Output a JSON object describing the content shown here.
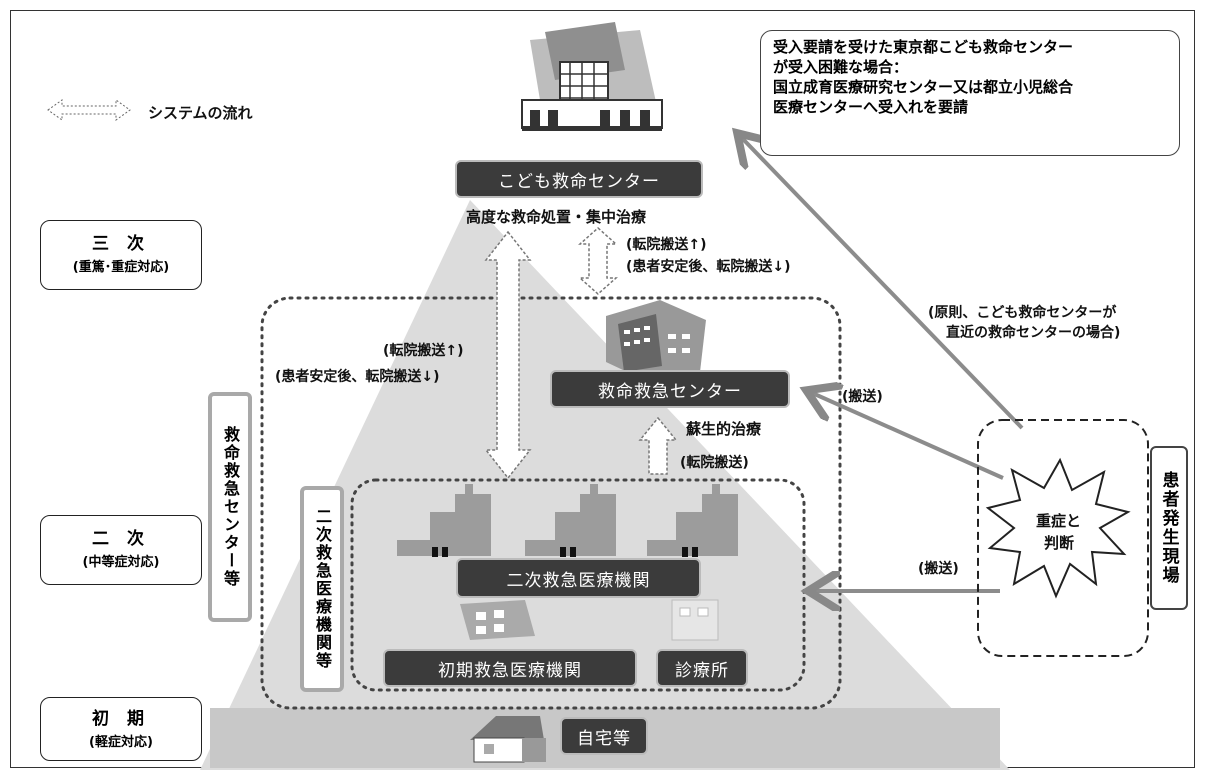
{
  "legend": {
    "label": "システムの流れ"
  },
  "levels": {
    "tertiary": {
      "title": "三 次",
      "sub": "(重篤･重症対応)"
    },
    "secondary": {
      "title": "二 次",
      "sub": "(中等症対応)"
    },
    "primary": {
      "title": "初 期",
      "sub": "(軽症対応)"
    }
  },
  "top": {
    "center_label": "こども救命センター",
    "caption": "高度な救命処置・集中治療"
  },
  "arrows": {
    "right_top_line1": "(転院搬送↑)",
    "right_top_line2": "(患者安定後、転院搬送↓)",
    "left_mid_line1": "(転院搬送↑)",
    "left_mid_line2": "(患者安定後、転院搬送↓)",
    "center_small": "(転院搬送)"
  },
  "mid": {
    "center_label": "救命救急センター",
    "caption": "蘇生的治療"
  },
  "side_labels": {
    "outer": "救命救急センター等",
    "inner": "二次救急医療機関等"
  },
  "secondary_label": "二次救急医療機関",
  "primary_labels": {
    "initial": "初期救急医療機関",
    "clinic": "診療所"
  },
  "home_label": "自宅等",
  "note": {
    "line1": "受入要請を受けた東京都こども救命センター",
    "line2": "が受入困難な場合：",
    "line3": "国立成育医療研究センター又は都立小児総合",
    "line4": "医療センターへ受入れを要請"
  },
  "principle": {
    "line1": "(原則、こども救命センターが",
    "line2": "直近の救命センターの場合)"
  },
  "transport_upper": "(搬送)",
  "transport_lower": "(搬送)",
  "scene": {
    "burst_line1": "重症と",
    "burst_line2": "判断",
    "side_label": "患者発生現場"
  }
}
